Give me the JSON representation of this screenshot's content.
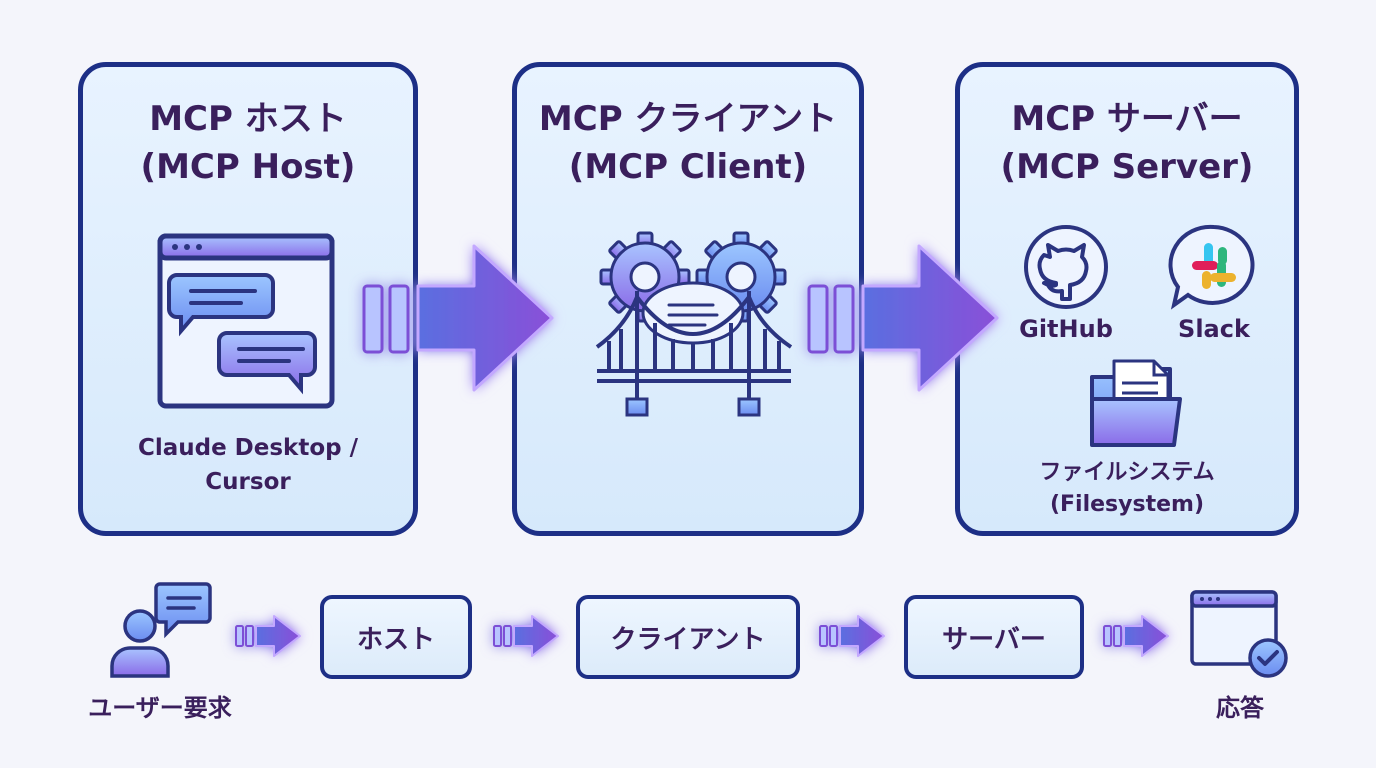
{
  "panels": {
    "host": {
      "title_ja": "MCP ホスト",
      "title_en": "(MCP Host)",
      "caption_line1": "Claude Desktop /",
      "caption_line2": "Cursor"
    },
    "client": {
      "title_ja": "MCP クライアント",
      "title_en": "(MCP Client)"
    },
    "server": {
      "title_ja": "MCP サーバー",
      "title_en": "(MCP Server)",
      "github_label": "GitHub",
      "slack_label": "Slack",
      "filesystem_line1": "ファイルシステム",
      "filesystem_line2": "(Filesystem)"
    }
  },
  "flow": {
    "user_request": "ユーザー要求",
    "host": "ホスト",
    "client": "クライアント",
    "server": "サーバー",
    "response": "応答"
  },
  "colors": {
    "border": "#1d2f86",
    "panel_fill": "#dcecfb",
    "arrow": "#7b4fd6",
    "arrow_glow": "#b79cff",
    "text": "#3a1f5c",
    "icon_stroke": "#2b3480"
  },
  "icons": [
    "chat-window-icon",
    "gears-bridge-icon",
    "github-icon",
    "slack-icon",
    "folder-document-icon",
    "user-chat-icon",
    "browser-check-icon"
  ]
}
